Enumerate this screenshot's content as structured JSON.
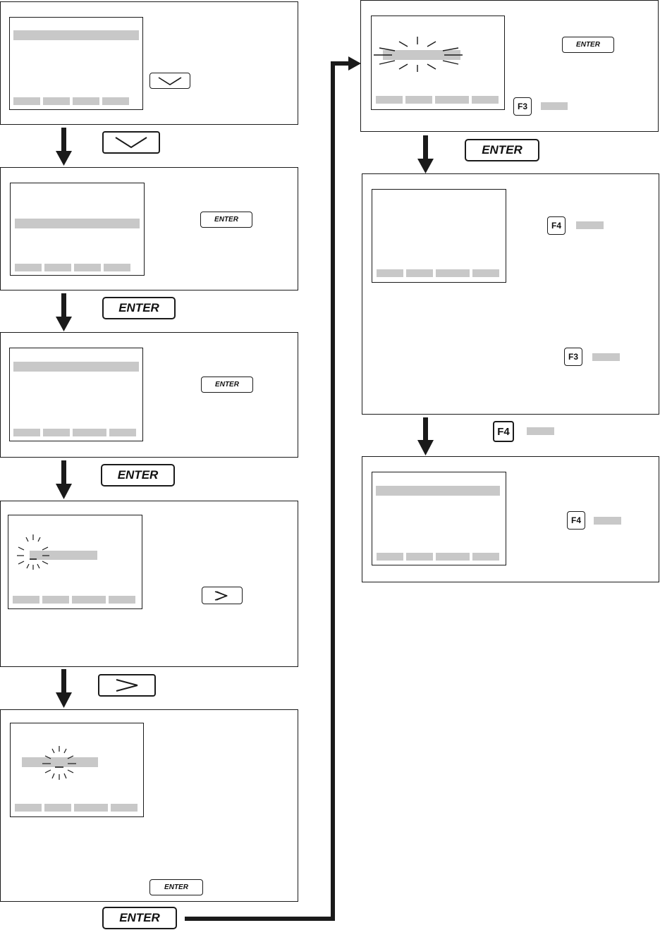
{
  "keys": {
    "enter": "ENTER",
    "f3": "F3",
    "f4": "F4"
  },
  "icons": {
    "down": "chevron-down-icon",
    "right": "chevron-right-icon",
    "blink": "blinking-cursor-icon"
  },
  "colors": {
    "ink": "#1a1a1a",
    "placeholder": "#c8c8c8"
  }
}
